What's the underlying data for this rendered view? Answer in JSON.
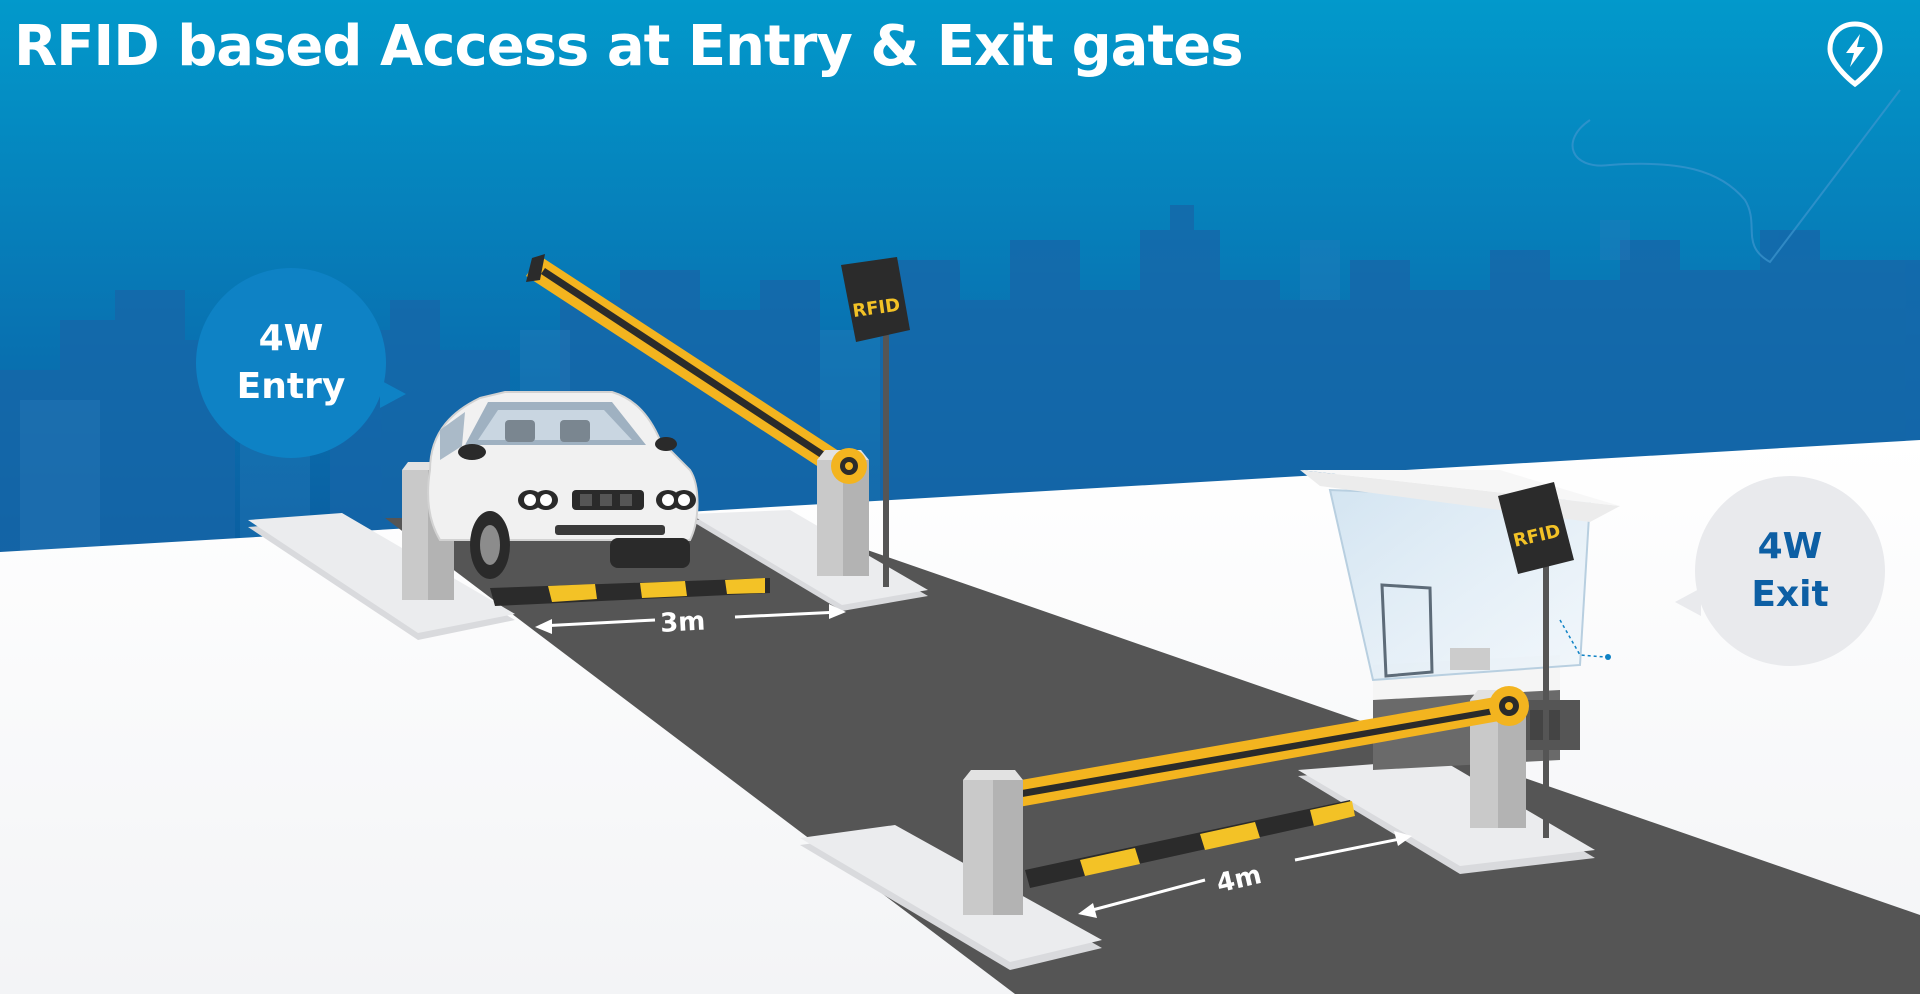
{
  "title": "RFID based Access at Entry & Exit gates",
  "logo_icon": "location-pin-bolt-icon",
  "entry_bubble": {
    "line1": "4W",
    "line2": "Entry"
  },
  "exit_bubble": {
    "line1": "4W",
    "line2": "Exit"
  },
  "entry_reader_label": "RFID",
  "exit_reader_label": "RFID",
  "entry_distance_label": "3m",
  "exit_distance_label": "4m",
  "colors": {
    "sky_top": "#0196c8",
    "sky_bottom": "#0a5ea0",
    "barrier": "#f3b41f",
    "road": "#555555",
    "entry_bubble": "#0e82c5",
    "exit_bubble": "#e9eaed",
    "exit_text": "#0d5fa4"
  }
}
